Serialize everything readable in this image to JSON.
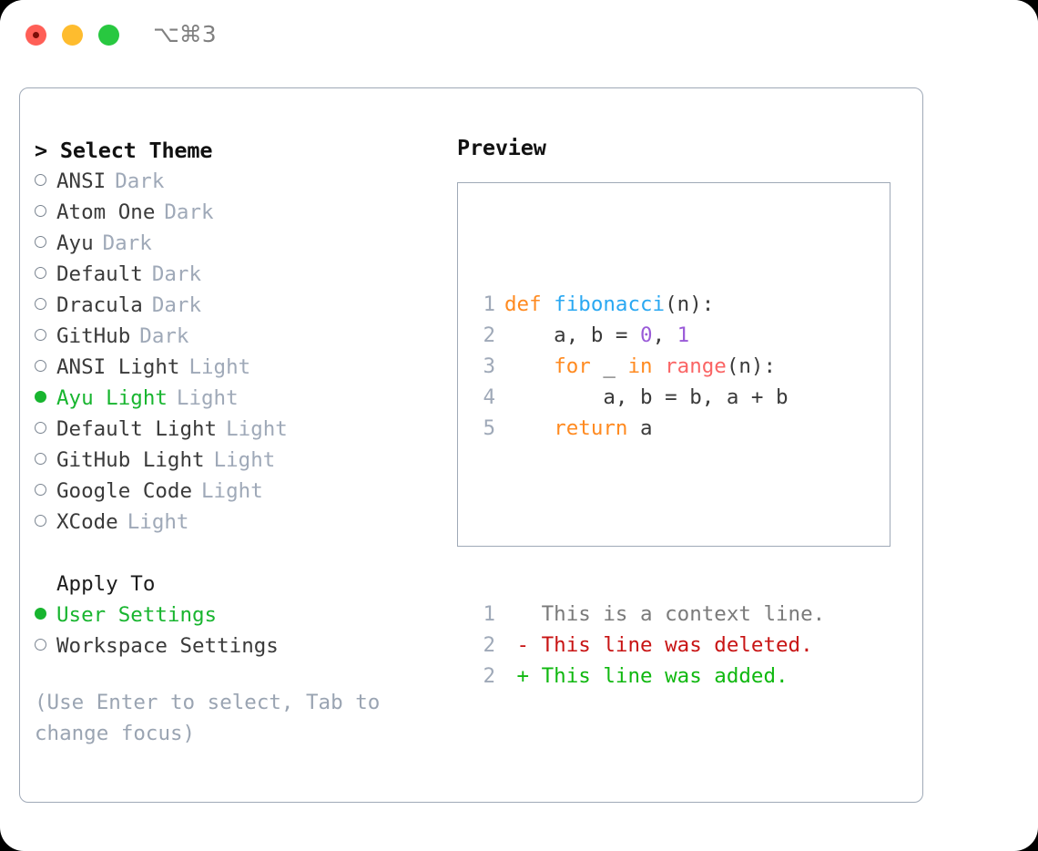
{
  "titlebar": {
    "shortcut": "⌥⌘3",
    "buttons": [
      {
        "name": "close",
        "color": "#ff5f57"
      },
      {
        "name": "minimize",
        "color": "#febc2e"
      },
      {
        "name": "maximize",
        "color": "#28c840"
      }
    ]
  },
  "left": {
    "header": "> Select Theme",
    "themes": [
      {
        "name": "ANSI",
        "kind": "Dark",
        "selected": false
      },
      {
        "name": "Atom One",
        "kind": "Dark",
        "selected": false
      },
      {
        "name": "Ayu",
        "kind": "Dark",
        "selected": false
      },
      {
        "name": "Default",
        "kind": "Dark",
        "selected": false
      },
      {
        "name": "Dracula",
        "kind": "Dark",
        "selected": false
      },
      {
        "name": "GitHub",
        "kind": "Dark",
        "selected": false
      },
      {
        "name": "ANSI Light",
        "kind": "Light",
        "selected": false
      },
      {
        "name": "Ayu Light",
        "kind": "Light",
        "selected": true
      },
      {
        "name": "Default Light",
        "kind": "Light",
        "selected": false
      },
      {
        "name": "GitHub Light",
        "kind": "Light",
        "selected": false
      },
      {
        "name": "Google Code",
        "kind": "Light",
        "selected": false
      },
      {
        "name": "XCode",
        "kind": "Light",
        "selected": false
      }
    ],
    "apply_to_label": "Apply To",
    "apply_to_options": [
      {
        "label": "User Settings",
        "selected": true
      },
      {
        "label": "Workspace Settings",
        "selected": false
      }
    ],
    "hint": "(Use Enter to select, Tab to change focus)"
  },
  "right": {
    "header": "Preview",
    "code_lines": [
      {
        "num": "1",
        "tokens": [
          {
            "t": "def",
            "c": "tok-kw"
          },
          {
            "t": " ",
            "c": "tok-txt"
          },
          {
            "t": "fibonacci",
            "c": "tok-fn"
          },
          {
            "t": "(n):",
            "c": "tok-txt"
          }
        ]
      },
      {
        "num": "2",
        "tokens": [
          {
            "t": "    a, b = ",
            "c": "tok-txt"
          },
          {
            "t": "0",
            "c": "tok-num"
          },
          {
            "t": ", ",
            "c": "tok-txt"
          },
          {
            "t": "1",
            "c": "tok-num"
          }
        ]
      },
      {
        "num": "3",
        "tokens": [
          {
            "t": "    ",
            "c": "tok-txt"
          },
          {
            "t": "for",
            "c": "tok-kw"
          },
          {
            "t": " _ ",
            "c": "tok-txt"
          },
          {
            "t": "in",
            "c": "tok-kw"
          },
          {
            "t": " ",
            "c": "tok-txt"
          },
          {
            "t": "range",
            "c": "tok-bi"
          },
          {
            "t": "(n):",
            "c": "tok-txt"
          }
        ]
      },
      {
        "num": "4",
        "tokens": [
          {
            "t": "        a, b = b, a + b",
            "c": "tok-txt"
          }
        ]
      },
      {
        "num": "5",
        "tokens": [
          {
            "t": "    ",
            "c": "tok-txt"
          },
          {
            "t": "return",
            "c": "tok-kw"
          },
          {
            "t": " a",
            "c": "tok-txt"
          }
        ]
      }
    ],
    "diff_lines": [
      {
        "num": "1",
        "tokens": [
          {
            "t": "   This is a context line.",
            "c": "tok-ctx"
          }
        ]
      },
      {
        "num": "2",
        "tokens": [
          {
            "t": " - This line was deleted.",
            "c": "tok-del"
          }
        ]
      },
      {
        "num": "2",
        "tokens": [
          {
            "t": " + This line was added.",
            "c": "tok-add"
          }
        ]
      }
    ]
  },
  "colors": {
    "selected_green": "#18b52f",
    "muted_blue_gray": "#9fa9b8",
    "border": "#9fa9b7",
    "keyword_orange": "#ff8a20",
    "function_blue": "#2aa8f2",
    "number_purple": "#9a5bd8",
    "builtin_red": "#fa6464",
    "diff_deleted": "#c81414",
    "diff_added": "#10b810"
  }
}
